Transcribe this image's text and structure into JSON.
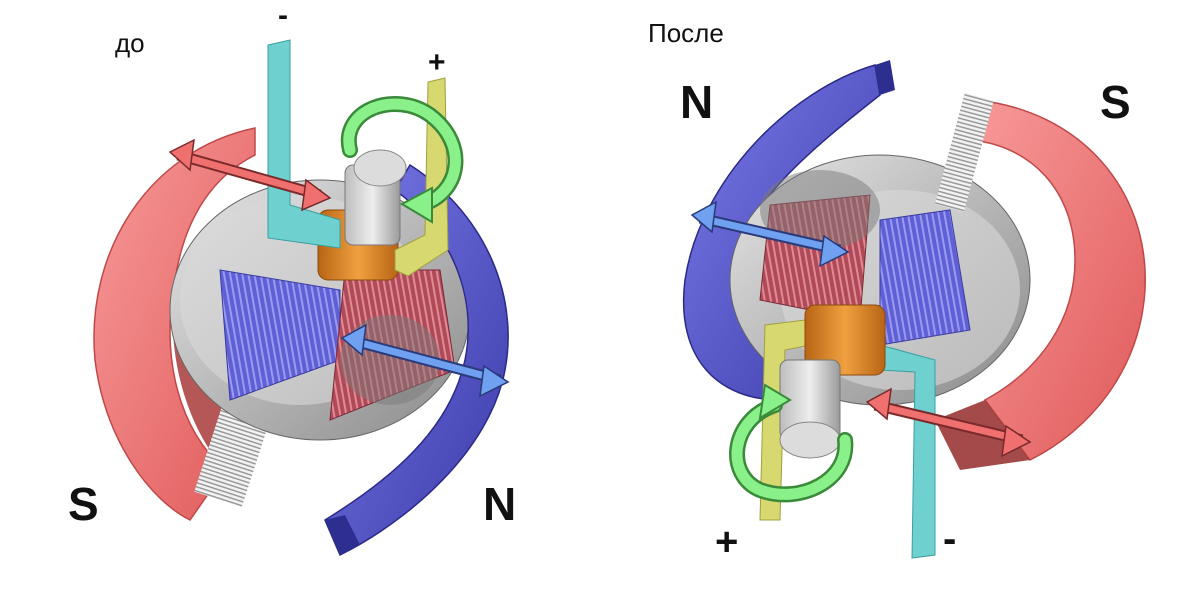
{
  "before_panel": {
    "title": "до",
    "pole_left": "S",
    "pole_right": "N",
    "terminal_negative": "-",
    "terminal_positive": "+"
  },
  "after_panel": {
    "title": "После",
    "pole_left": "N",
    "pole_right": "S",
    "terminal_negative": "-",
    "terminal_positive": "+"
  },
  "colors": {
    "south_magnet": "#f07070",
    "north_magnet": "#5555cc",
    "brush_negative": "#6fd0d0",
    "brush_positive": "#d8d870",
    "commutator": "#e08a20",
    "coil_blue": "#6666dd",
    "coil_red": "#c05a66",
    "rotation_arrow": "#7cf07c",
    "force_arrow_red": "#f07070",
    "force_arrow_blue": "#70a0f0"
  }
}
